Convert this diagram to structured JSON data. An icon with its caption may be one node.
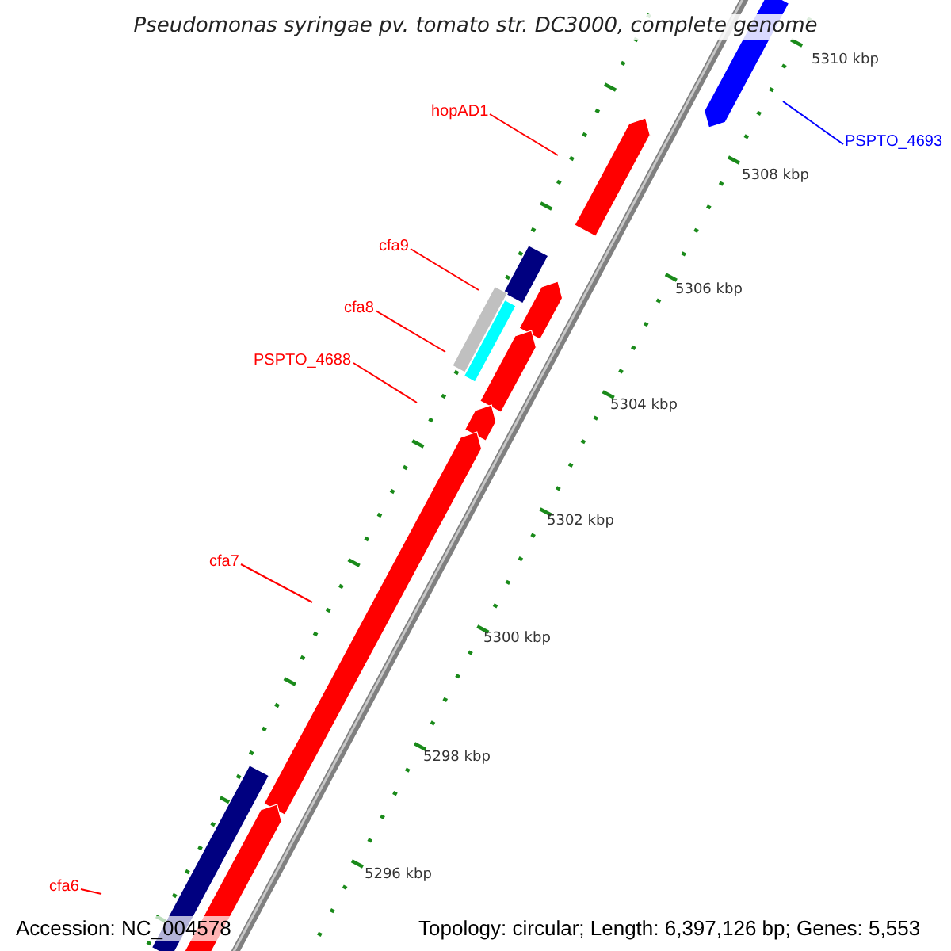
{
  "diagram": {
    "title": "Pseudomonas syringae pv. tomato str. DC3000, complete genome",
    "nodes": [
      {
        "text": [
          "hopAD1"
        ]
      },
      {
        "text": [
          "PSPTO_4693"
        ]
      },
      {
        "text": [
          "cfa9"
        ]
      },
      {
        "text": [
          "cfa8"
        ]
      },
      {
        "text": [
          "PSPTO_4688"
        ]
      },
      {
        "text": [
          "cfa7"
        ]
      },
      {
        "text": [
          "cfa6"
        ]
      }
    ],
    "edges": [
      {
        "from": 0,
        "to": null,
        "arrow": "none"
      },
      {
        "from": 1,
        "to": null,
        "arrow": "none",
        "color": "#0000ff"
      },
      {
        "from": 2,
        "to": null,
        "arrow": "none"
      },
      {
        "from": 3,
        "to": null,
        "arrow": "none"
      },
      {
        "from": 4,
        "to": null,
        "arrow": "none"
      },
      {
        "from": 5,
        "to": null,
        "arrow": "none"
      },
      {
        "from": 6,
        "to": null,
        "arrow": "none"
      }
    ],
    "labels": [
      "5310 kbp",
      "5308 kbp",
      "5306 kbp",
      "5304 kbp",
      "5302 kbp",
      "5300 kbp",
      "5298 kbp",
      "5296 kbp",
      "Accession: NC_004578",
      "Topology: circular; Length: 6,397,126 bp; Genes: 5,553"
    ]
  }
}
